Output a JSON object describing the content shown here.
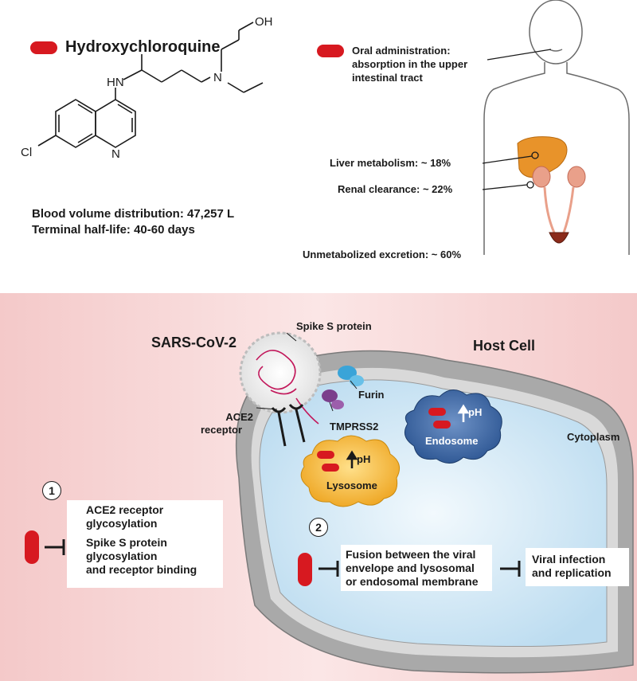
{
  "drug": {
    "name": "Hydroxychloroquine"
  },
  "molecule": {
    "atoms": [
      "HN",
      "N",
      "OH",
      "N",
      "Cl"
    ]
  },
  "pharmacokinetics": {
    "distribution": "Blood volume distribution: 47,257 L",
    "half_life": "Terminal half-life: 40-60 days",
    "oral_line1": "Oral administration:",
    "oral_line2": "absorption in the upper",
    "oral_line3": "intestinal tract",
    "liver": "Liver metabolism: ~ 18%",
    "renal": "Renal clearance: ~ 22%",
    "unmetabolized": "Unmetabolized excretion: ~ 60%"
  },
  "mechanism": {
    "virus": "SARS-CoV-2",
    "spike": "Spike S protein",
    "host_cell": "Host Cell",
    "ace2_line1": "ACE2",
    "ace2_line2": "receptor",
    "furin": "Furin",
    "tmprss2": "TMPRSS2",
    "cytoplasm": "Cytoplasm",
    "endosome": "Endosome",
    "lysosome": "Lysosome",
    "ph": "pH",
    "step1_number": "1",
    "step2_number": "2",
    "step1_item1_line1": "ACE2 receptor",
    "step1_item1_line2": "glycosylation",
    "step1_item2_line1": "Spike S protein",
    "step1_item2_line2": "glycosylation",
    "step1_item2_line3": "and receptor binding",
    "step2_line1": "Fusion between the viral",
    "step2_line2": "envelope and lysosomal",
    "step2_line3": "or endosomal membrane",
    "outcome_line1": "Viral infection",
    "outcome_line2": "and replication"
  },
  "colors": {
    "drug_red": "#d71920",
    "liver": "#e8932a",
    "kidney": "#e9a08a",
    "bladder": "#8b2a1a",
    "cytoplasm": "#d6ebf7",
    "membrane": "#a8a8a8",
    "endosome": "#2f5f9e",
    "lysosome": "#f0b12e",
    "panel_pink": "#f6d2d2"
  }
}
